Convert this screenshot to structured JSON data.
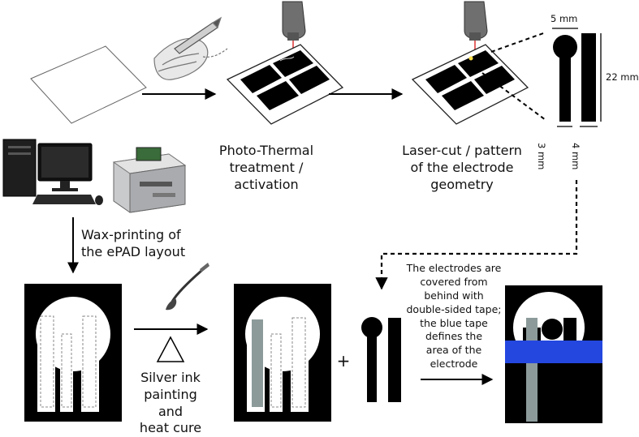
{
  "labels": {
    "photo_thermal": [
      "Photo-Thermal",
      "treatment /",
      "activation"
    ],
    "laser_cut": [
      "Laser-cut / pattern",
      "of the electrode",
      "geometry"
    ],
    "wax_printing": [
      "Wax-printing of",
      "the ePAD layout"
    ],
    "silver_ink": [
      "Silver ink",
      "painting and",
      "heat cure"
    ],
    "tape_note": [
      "The electrodes are",
      "covered from",
      "behind with",
      "double-sided tape;",
      "the blue tape",
      "defines the",
      "area of the",
      "electrode"
    ],
    "plus": "+"
  },
  "dimensions": {
    "width_top": "5 mm",
    "height": "22 mm",
    "width_left": "3 mm",
    "width_right": "4 mm"
  },
  "colors": {
    "black": "#000000",
    "grey": "#8c9a9a",
    "blue": "#2447e0"
  },
  "icons": [
    "hand-pencil-icon",
    "computer-icon",
    "printer-icon",
    "paintbrush-icon",
    "heat-triangle-icon",
    "laser-head-icon"
  ]
}
